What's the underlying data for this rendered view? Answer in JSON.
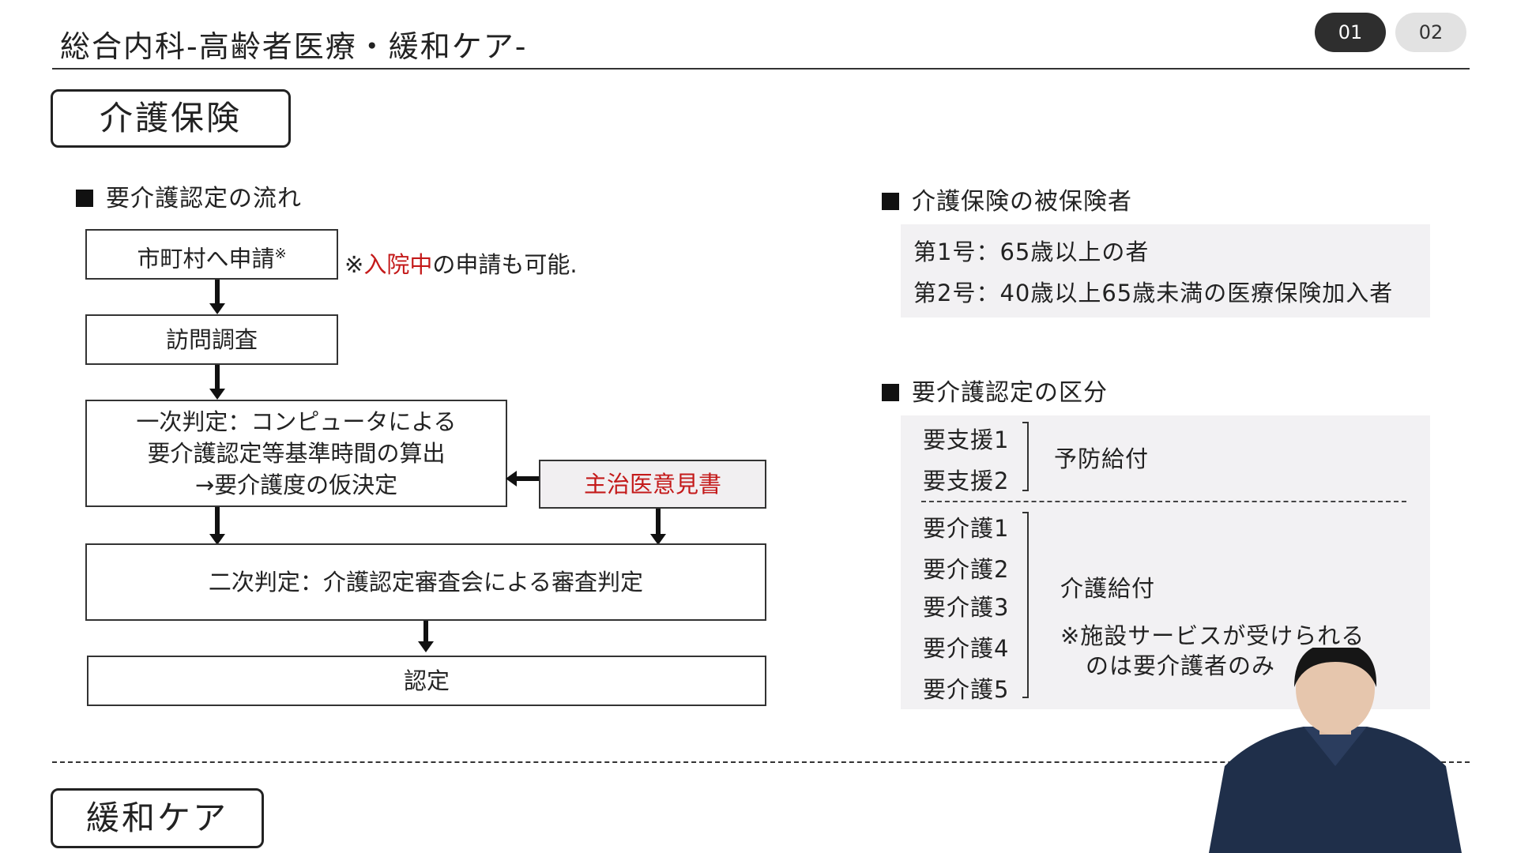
{
  "header": {
    "title": "総合内科-高齢者医療・緩和ケア-",
    "pages": [
      "01",
      "02"
    ]
  },
  "sections": {
    "care_insurance": "介護保険",
    "palliative_care": "緩和ケア"
  },
  "flow": {
    "heading": "要介護認定の流れ",
    "step1": "市町村へ申請",
    "step1_sup": "※",
    "note_prefix": "※",
    "note_red": "入院中",
    "note_suffix": "の申請も可能.",
    "step2": "訪問調査",
    "step3_lines": [
      "一次判定：コンピュータによる",
      "要介護認定等基準時間の算出",
      "→要介護度の仮決定"
    ],
    "doctor_opinion": "主治医意見書",
    "step4": "二次判定：介護認定審査会による審査判定",
    "step5": "認定"
  },
  "insured": {
    "heading": "介護保険の被保険者",
    "line1": "第1号：65歳以上の者",
    "line2": "第2号：40歳以上65歳未満の医療保険加入者"
  },
  "classification": {
    "heading": "要介護認定の区分",
    "support_levels": [
      "要支援1",
      "要支援2"
    ],
    "support_benefit": "予防給付",
    "care_levels": [
      "要介護1",
      "要介護2",
      "要介護3",
      "要介護4",
      "要介護5"
    ],
    "care_benefit": "介護給付",
    "care_note_lines": [
      "※施設サービスが受けられる",
      "のは要介護者のみ"
    ]
  },
  "colors": {
    "accent_red": "#c41a1a",
    "panel_gray": "#f2f1f3",
    "active_pill": "#2e2e2e"
  }
}
